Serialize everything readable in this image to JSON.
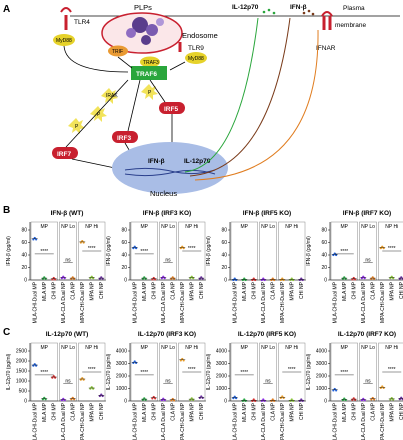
{
  "panel_labels": {
    "a": "A",
    "b": "B",
    "c": "C"
  },
  "diagram": {
    "il12": "IL-12p70",
    "ifnb": "IFN-β",
    "plasma": "Plasma",
    "membrane": "membrane",
    "plps": "PLPs",
    "endosome": "Endosome",
    "tlr4": "TLR4",
    "myd88_left": "MyD88",
    "tlr9": "TLR9",
    "myd88_right": "MyD88",
    "trif": "TRIF",
    "traf3": "TRAF3",
    "traf6": "TRAF6",
    "irak": "IRAK",
    "irf3": "IRF3",
    "irf5": "IRF5",
    "irf7": "IRF7",
    "ifnar": "IFNAR",
    "nucleus": "Nucleus",
    "ifnb_gene": "IFN-β",
    "il12_gene": "IL-12p70",
    "p": "P",
    "colors": {
      "red": "#c8202f",
      "green": "#2aa63c",
      "yellow": "#e6d22a",
      "nucleus": "#a9bde6"
    }
  },
  "groups": {
    "mp": "MP",
    "nplo": "NP Lo",
    "nphi": "NP Hi"
  },
  "sig": {
    "ns": "ns",
    "star4": "****"
  },
  "chart_data": [
    {
      "type": "scatter",
      "title": "IFN-β (WT)",
      "ylabel": "IFN-β (pg/ml)",
      "ylim": [
        0,
        80
      ],
      "ticks": [
        "0",
        "20",
        "40",
        "60",
        "80"
      ],
      "categories": [
        "MLA-CHI-Dual MP",
        "MLA MP",
        "CHI MP",
        "MLA-CLA Dual NP",
        "CLA NP",
        "MPA-CHI-Dual NP",
        "MPA NP",
        "CHI NP"
      ],
      "values": [
        66,
        3,
        2,
        4,
        3,
        61,
        4,
        3
      ],
      "colors": [
        "#2060d8",
        "#28a745",
        "#d93030",
        "#8a2be2",
        "#e07d20",
        "#e59a28",
        "#8ac43a",
        "#6b2fa0"
      ]
    },
    {
      "type": "scatter",
      "title": "IFN-β (IRF3 KO)",
      "ylabel": "IFN-β (pg/ml)",
      "ylim": [
        0,
        80
      ],
      "ticks": [
        "0",
        "20",
        "40",
        "60",
        "80"
      ],
      "categories": [
        "MLA-CHI-Dual MP",
        "MLA MP",
        "CHI MP",
        "MLA-CLA Dual NP",
        "CLA NP",
        "MPA-CHI-Dual NP",
        "MPA NP",
        "CHI NP"
      ],
      "values": [
        52,
        3,
        2,
        4,
        3,
        52,
        4,
        3
      ],
      "colors": [
        "#2060d8",
        "#28a745",
        "#d93030",
        "#8a2be2",
        "#e07d20",
        "#e59a28",
        "#8ac43a",
        "#6b2fa0"
      ]
    },
    {
      "type": "scatter",
      "title": "IFN-β (IRF5 KO)",
      "ylabel": "IFN-β (pg/ml)",
      "ylim": [
        0,
        80
      ],
      "ticks": [
        "0",
        "20",
        "40",
        "60",
        "80"
      ],
      "categories": [
        "MLA-CHI-Dual MP",
        "MLA MP",
        "CHI MP",
        "MLA-CLA Dual NP",
        "CLA NP",
        "MPA-CHI-Dual NP",
        "MPA NP",
        "CHI NP"
      ],
      "values": [
        1,
        1,
        1,
        1,
        1,
        1,
        1,
        1
      ],
      "colors": [
        "#2060d8",
        "#28a745",
        "#d93030",
        "#8a2be2",
        "#e07d20",
        "#e59a28",
        "#8ac43a",
        "#6b2fa0"
      ]
    },
    {
      "type": "scatter",
      "title": "IFN-β (IRF7 KO)",
      "ylabel": "IFN-β (pg/ml)",
      "ylim": [
        0,
        80
      ],
      "ticks": [
        "0",
        "20",
        "40",
        "60",
        "80"
      ],
      "categories": [
        "MLA-CHI-Dual MP",
        "MLA MP",
        "CHI MP",
        "MLA-CLA Dual NP",
        "CLA NP",
        "MPA-CHI-Dual NP",
        "MPA NP",
        "CHI NP"
      ],
      "values": [
        41,
        3,
        2,
        4,
        3,
        52,
        4,
        3
      ],
      "colors": [
        "#2060d8",
        "#28a745",
        "#d93030",
        "#8a2be2",
        "#e07d20",
        "#e59a28",
        "#8ac43a",
        "#6b2fa0"
      ]
    },
    {
      "type": "scatter",
      "title": "IL-12p70 (WT)",
      "ylabel": "IL-12p70 (pg/ml)",
      "ylim": [
        0,
        2500
      ],
      "ticks": [
        "0",
        "500",
        "1000",
        "1500",
        "2000",
        "2500"
      ],
      "categories": [
        "MLA-CHI-Dual MP",
        "MLA MP",
        "CHI MP",
        "MLA-CLA Dual NP",
        "CLA NP",
        "MPA-CHI-Dual NP",
        "MPA NP",
        "CHI NP"
      ],
      "values": [
        1800,
        120,
        1200,
        70,
        120,
        1100,
        650,
        280
      ],
      "colors": [
        "#2060d8",
        "#28a745",
        "#d93030",
        "#8a2be2",
        "#e07d20",
        "#e59a28",
        "#8ac43a",
        "#6b2fa0"
      ]
    },
    {
      "type": "scatter",
      "title": "IL-12p70 (IRF3 KO)",
      "ylabel": "IL-12p70 (pg/ml)",
      "ylim": [
        0,
        4000
      ],
      "ticks": [
        "0",
        "1000",
        "2000",
        "3000",
        "4000"
      ],
      "categories": [
        "MLA-CHI-Dual MP",
        "MLA MP",
        "CHI MP",
        "MLA-CLA Dual NP",
        "CLA NP",
        "MPA-CHI-Dual NP",
        "MPA NP",
        "CHI NP"
      ],
      "values": [
        3100,
        150,
        260,
        120,
        100,
        3300,
        150,
        300
      ],
      "colors": [
        "#2060d8",
        "#28a745",
        "#d93030",
        "#8a2be2",
        "#e07d20",
        "#e59a28",
        "#8ac43a",
        "#6b2fa0"
      ]
    },
    {
      "type": "scatter",
      "title": "IL-12p70 (IRF5 KO)",
      "ylabel": "IL-12p70 (pg/ml)",
      "ylim": [
        0,
        4000
      ],
      "ticks": [
        "0",
        "1000",
        "2000",
        "3000",
        "4000"
      ],
      "categories": [
        "MLA-CHI-Dual MP",
        "MLA MP",
        "CHI MP",
        "MLA-CLA Dual NP",
        "CLA NP",
        "MPA-CHI-Dual NP",
        "MPA NP",
        "CHI NP"
      ],
      "values": [
        280,
        60,
        60,
        60,
        60,
        300,
        60,
        60
      ],
      "colors": [
        "#2060d8",
        "#28a745",
        "#d93030",
        "#8a2be2",
        "#e07d20",
        "#e59a28",
        "#8ac43a",
        "#6b2fa0"
      ]
    },
    {
      "type": "scatter",
      "title": "IL-12p70 (IRF7 KO)",
      "ylabel": "IL-12p70 (pg/ml)",
      "ylim": [
        0,
        4000
      ],
      "ticks": [
        "0",
        "1000",
        "2000",
        "3000",
        "4000"
      ],
      "categories": [
        "MLA-CHI-Dual MP",
        "MLA MP",
        "CHI MP",
        "MLA-CLA Dual NP",
        "CLA NP",
        "MPA-CHI-Dual NP",
        "MPA NP",
        "CHI NP"
      ],
      "values": [
        900,
        130,
        150,
        110,
        180,
        1100,
        170,
        200
      ],
      "colors": [
        "#2060d8",
        "#28a745",
        "#d93030",
        "#8a2be2",
        "#e07d20",
        "#e59a28",
        "#8ac43a",
        "#6b2fa0"
      ]
    }
  ]
}
